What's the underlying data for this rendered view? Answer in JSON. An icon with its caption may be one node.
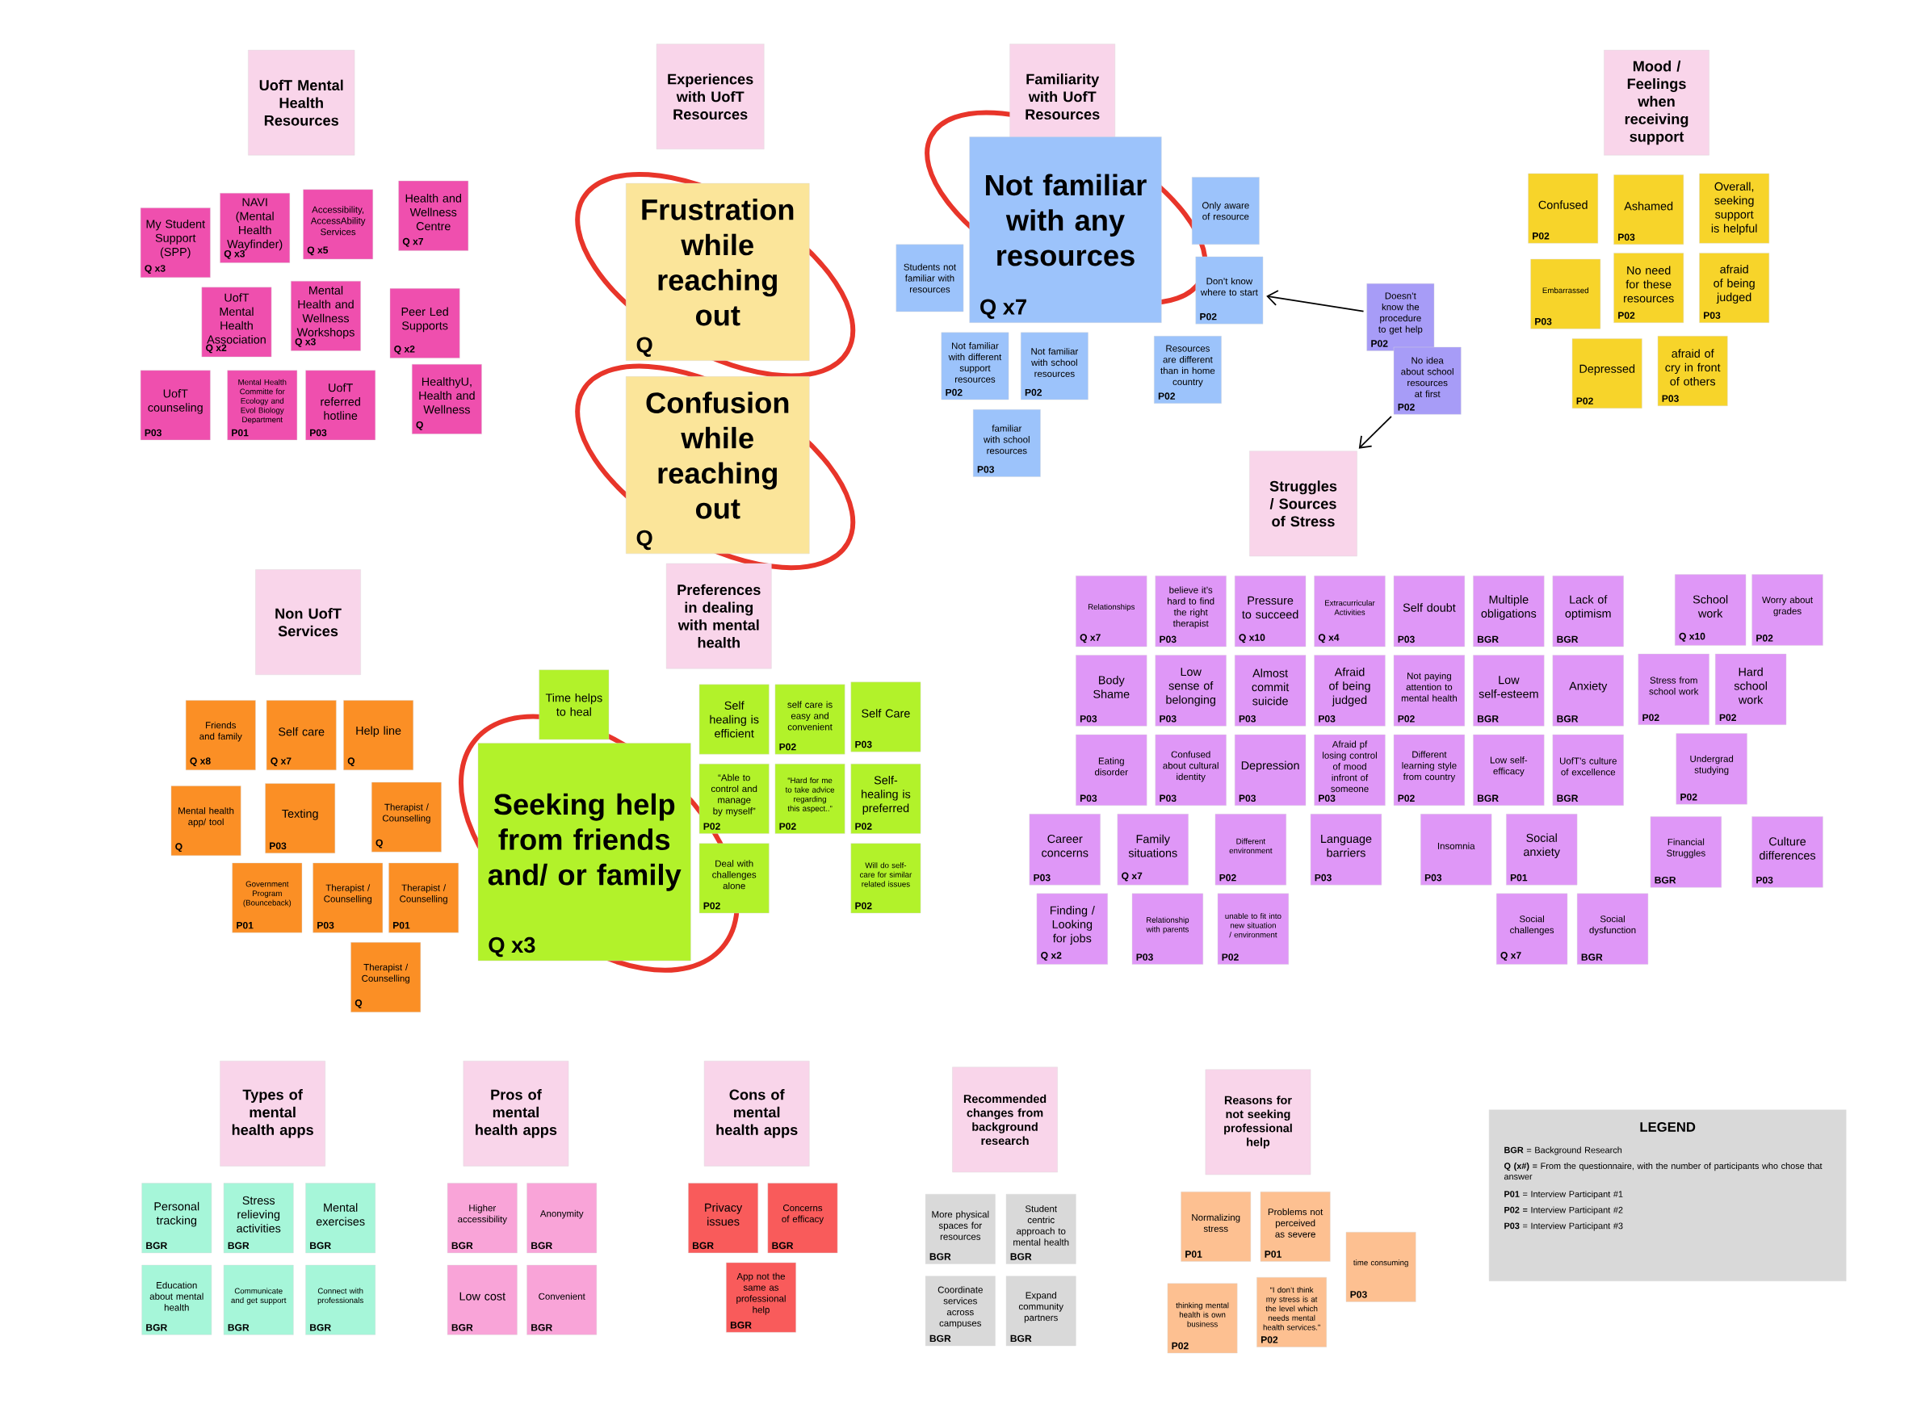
{
  "diagram": {
    "nodes": [
      {
        "text": [
          "UofT Mental Health Resources"
        ]
      },
      {
        "text": [
          "My Student Support (SPP)",
          "Q x3"
        ]
      },
      {
        "text": [
          "NAVI (Mental Health Wayfinder)",
          "Q x3"
        ]
      },
      {
        "text": [
          "Accessibility, AccessAbility Services",
          "Q x5"
        ]
      },
      {
        "text": [
          "Health and Wellness Centre",
          "Q x7"
        ]
      },
      {
        "text": [
          "UofT Mental Health Association",
          "Q x2"
        ]
      },
      {
        "text": [
          "Mental Health and Wellness Workshops",
          "Q x3"
        ]
      },
      {
        "text": [
          "Peer Led Supports",
          "Q x2"
        ]
      },
      {
        "text": [
          "HealthyU, Health and Wellness",
          "Q"
        ]
      },
      {
        "text": [
          "UofT counseling",
          "P03"
        ]
      },
      {
        "text": [
          "Mental Health Committe for Ecology and Evol Biology Department",
          "P01"
        ]
      },
      {
        "text": [
          "UofT referred hotline",
          "P03"
        ]
      },
      {
        "text": [
          "Experiences with UofT Resources"
        ]
      },
      {
        "text": [
          "Frustration while reaching out",
          "Q"
        ]
      },
      {
        "text": [
          "Confusion while reaching out",
          "Q"
        ]
      },
      {
        "text": [
          "Familiarity with UofT Resources"
        ]
      },
      {
        "text": [
          "Not familiar with any resources",
          "Q x7"
        ]
      },
      {
        "text": [
          "Students not familiar with resources"
        ]
      },
      {
        "text": [
          "Not familiar with different support resources",
          "P02"
        ]
      },
      {
        "text": [
          "Not familiar with school resources",
          "P02"
        ]
      },
      {
        "text": [
          "Only aware of resource"
        ]
      },
      {
        "text": [
          "Don’t know where to start",
          "P02"
        ]
      },
      {
        "text": [
          "Resources are different than in home country",
          "P02"
        ]
      },
      {
        "text": [
          "familiar with school resources",
          "P03"
        ]
      },
      {
        "text": [
          "Doesn’t know the procedure to get help",
          "P02"
        ]
      },
      {
        "text": [
          "No idea about school resources at first",
          "P02"
        ]
      },
      {
        "text": [
          "Mood / Feelings when receiving support"
        ]
      },
      {
        "text": [
          "Confused",
          "P02"
        ]
      },
      {
        "text": [
          "Ashamed",
          "P03"
        ]
      },
      {
        "text": [
          "Overall, seeking support is helpful"
        ]
      },
      {
        "text": [
          "Embarrassed",
          "P03"
        ]
      },
      {
        "text": [
          "No need for these resources",
          "P02"
        ]
      },
      {
        "text": [
          "afraid of being judged",
          "P03"
        ]
      },
      {
        "text": [
          "Depressed",
          "P02"
        ]
      },
      {
        "text": [
          "afraid of cry in front of others",
          "P03"
        ]
      },
      {
        "text": [
          "Struggles / Sources of Stress"
        ]
      },
      {
        "text": [
          "Relationships",
          "Q x7"
        ]
      },
      {
        "text": [
          "believe it’s hard to find the right therapist",
          "P03"
        ]
      },
      {
        "text": [
          "Pressure to succeed",
          "Q x10"
        ]
      },
      {
        "text": [
          "Extracurricular Activities",
          "Q x4"
        ]
      },
      {
        "text": [
          "Self doubt",
          "P03"
        ]
      },
      {
        "text": [
          "Multiple obligations",
          "BGR"
        ]
      },
      {
        "text": [
          "Lack of optimism",
          "BGR"
        ]
      },
      {
        "text": [
          "Body Shame",
          "P03"
        ]
      },
      {
        "text": [
          "Low sense of belonging",
          "P03"
        ]
      },
      {
        "text": [
          "Almost commit suicide",
          "P03"
        ]
      },
      {
        "text": [
          "Afraid of being judged",
          "P03"
        ]
      },
      {
        "text": [
          "Not paying attention to mental health",
          "P02"
        ]
      },
      {
        "text": [
          "Low self-esteem",
          "BGR"
        ]
      },
      {
        "text": [
          "Anxiety",
          "BGR"
        ]
      },
      {
        "text": [
          "Eating disorder",
          "P03"
        ]
      },
      {
        "text": [
          "Confused about cultural identity",
          "P03"
        ]
      },
      {
        "text": [
          "Depression",
          "P03"
        ]
      },
      {
        "text": [
          "Afraid pf losing control of mood infront of someone",
          "P03"
        ]
      },
      {
        "text": [
          "Different learning style from country",
          "P02"
        ]
      },
      {
        "text": [
          "Low self-efficacy",
          "BGR"
        ]
      },
      {
        "text": [
          "UofT’s culture of excellence",
          "BGR"
        ]
      },
      {
        "text": [
          "Career concerns",
          "P03"
        ]
      },
      {
        "text": [
          "Family situations",
          "Q x7"
        ]
      },
      {
        "text": [
          "Different environment",
          "P02"
        ]
      },
      {
        "text": [
          "Language barriers",
          "P03"
        ]
      },
      {
        "text": [
          "Insomnia",
          "P03"
        ]
      },
      {
        "text": [
          "Social anxiety",
          "P01"
        ]
      },
      {
        "text": [
          "Finding / Looking for jobs",
          "Q x2"
        ]
      },
      {
        "text": [
          "Relationship with parents",
          "P03"
        ]
      },
      {
        "text": [
          "unable to fit into new situation / environment",
          "P02"
        ]
      },
      {
        "text": [
          "Social challenges",
          "Q x7"
        ]
      },
      {
        "text": [
          "Social dysfunction",
          "BGR"
        ]
      },
      {
        "text": [
          "School work",
          "Q x10"
        ]
      },
      {
        "text": [
          "Worry about grades",
          "P02"
        ]
      },
      {
        "text": [
          "Stress from school work",
          "P02"
        ]
      },
      {
        "text": [
          "Hard school work",
          "P02"
        ]
      },
      {
        "text": [
          "Undergrad studying",
          "P02"
        ]
      },
      {
        "text": [
          "Financial Struggles",
          "BGR"
        ]
      },
      {
        "text": [
          "Culture differences",
          "P03"
        ]
      },
      {
        "text": [
          "Non UofT Services"
        ]
      },
      {
        "text": [
          "Friends and family",
          "Q x8"
        ]
      },
      {
        "text": [
          "Self care",
          "Q x7"
        ]
      },
      {
        "text": [
          "Help line",
          "Q"
        ]
      },
      {
        "text": [
          "Mental health app/ tool",
          "Q"
        ]
      },
      {
        "text": [
          "Texting",
          "P03"
        ]
      },
      {
        "text": [
          "Therapist / Counselling",
          "Q"
        ]
      },
      {
        "text": [
          "Government Program (Bounceback)",
          "P01"
        ]
      },
      {
        "text": [
          "Therapist / Counselling",
          "P03"
        ]
      },
      {
        "text": [
          "Therapist / Counselling",
          "P01"
        ]
      },
      {
        "text": [
          "Therapist / Counselling",
          "Q"
        ]
      },
      {
        "text": [
          "Preferences in dealing with mental health"
        ]
      },
      {
        "text": [
          "Seeking help from friends and/ or family",
          "Q x3"
        ]
      },
      {
        "text": [
          "Time helps to heal"
        ]
      },
      {
        "text": [
          "Self healing is efficient"
        ]
      },
      {
        "text": [
          "self care is easy and convenient",
          "P02"
        ]
      },
      {
        "text": [
          "Self Care",
          "P03"
        ]
      },
      {
        "text": [
          "“Hard for me to take advice regarding this aspect..”",
          "P02"
        ]
      },
      {
        "text": [
          "Self-healing is preferred",
          "P02"
        ]
      },
      {
        "text": [
          "Will do self-care for similar related issues",
          "P02"
        ]
      },
      {
        "text": [
          "“Able to control and manage by myself”",
          "P02"
        ]
      },
      {
        "text": [
          "Deal with challenges alone",
          "P02"
        ]
      },
      {
        "text": [
          "Types of mental health apps"
        ]
      },
      {
        "text": [
          "Personal tracking",
          "BGR"
        ]
      },
      {
        "text": [
          "Stress relieving activities",
          "BGR"
        ]
      },
      {
        "text": [
          "Mental exercises",
          "BGR"
        ]
      },
      {
        "text": [
          "Education about mental health",
          "BGR"
        ]
      },
      {
        "text": [
          "Communicate and get support",
          "BGR"
        ]
      },
      {
        "text": [
          "Connect with professionals",
          "BGR"
        ]
      },
      {
        "text": [
          "Pros of mental health apps"
        ]
      },
      {
        "text": [
          "Higher accessibility",
          "BGR"
        ]
      },
      {
        "text": [
          "Anonymity",
          "BGR"
        ]
      },
      {
        "text": [
          "Low cost",
          "BGR"
        ]
      },
      {
        "text": [
          "Convenient",
          "BGR"
        ]
      },
      {
        "text": [
          "Cons of mental health apps"
        ]
      },
      {
        "text": [
          "Privacy issues",
          "BGR"
        ]
      },
      {
        "text": [
          "Concerns of efficacy",
          "BGR"
        ]
      },
      {
        "text": [
          "App not the same as professional help",
          "BGR"
        ]
      },
      {
        "text": [
          "Recommended changes from background research"
        ]
      },
      {
        "text": [
          "More physical spaces for resources",
          "BGR"
        ]
      },
      {
        "text": [
          "Student centric approach to mental health",
          "BGR"
        ]
      },
      {
        "text": [
          "Coordinate services across campuses",
          "BGR"
        ]
      },
      {
        "text": [
          "Expand community partners",
          "BGR"
        ]
      },
      {
        "text": [
          "Reasons for not seeking professional help"
        ]
      },
      {
        "text": [
          "Normalizing stress",
          "P01"
        ]
      },
      {
        "text": [
          "Problems not perceived as severe",
          "P01"
        ]
      },
      {
        "text": [
          "time consuming",
          "P03"
        ]
      },
      {
        "text": [
          "thinking mental health is own business",
          "P02"
        ]
      },
      {
        "text": [
          "“I don’t think my stress is at the level which needs mental health services.”",
          "P02"
        ]
      },
      {
        "text": [
          "LEGEND",
          "**BGR** = Background Research",
          "**Q (x#)** = From the questionnaire, with the number of participants who chose that answer",
          "**P01** = Interview Participant #1",
          "**P02** = Interview Participant #2",
          "**P03** = Interview Participant #3"
        ]
      }
    ],
    "edges": [
      {
        "from": 24,
        "to": 21,
        "arrow": "to"
      },
      {
        "from": 25,
        "to": 35,
        "arrow": "to"
      }
    ]
  }
}
